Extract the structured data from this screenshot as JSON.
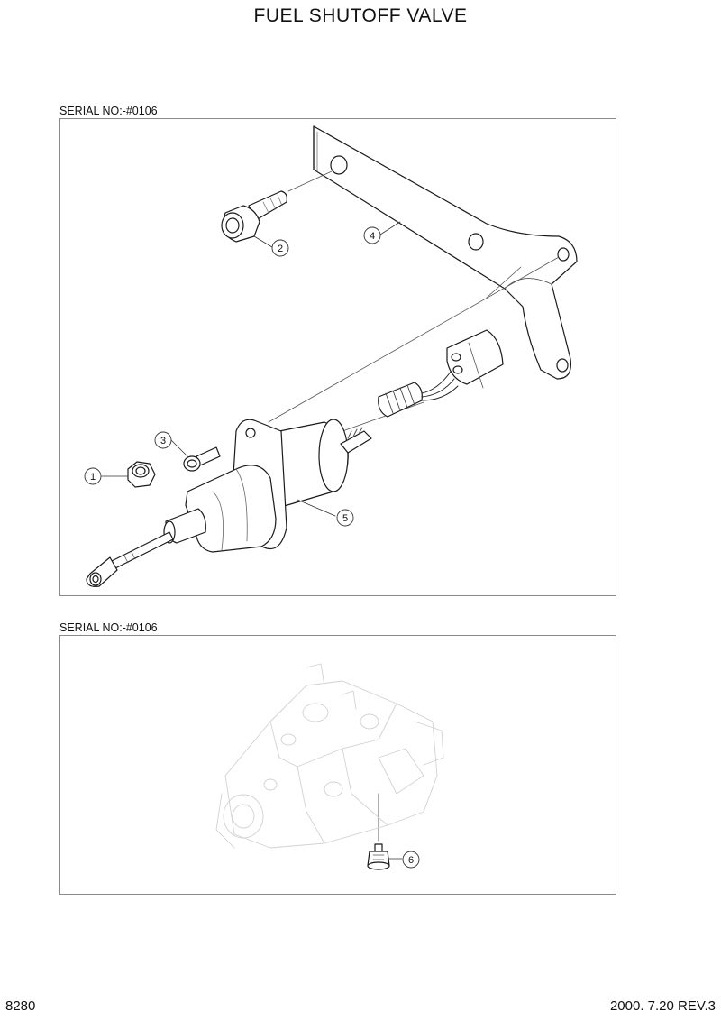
{
  "title": "FUEL SHUTOFF VALVE",
  "sections": [
    {
      "serial_label": "SERIAL NO:-#0106"
    },
    {
      "serial_label": "SERIAL NO:-#0106"
    }
  ],
  "callouts": [
    "1",
    "2",
    "3",
    "4",
    "5",
    "6"
  ],
  "footer": {
    "page_number": "8280",
    "revision": "2000. 7.20 REV.3"
  }
}
